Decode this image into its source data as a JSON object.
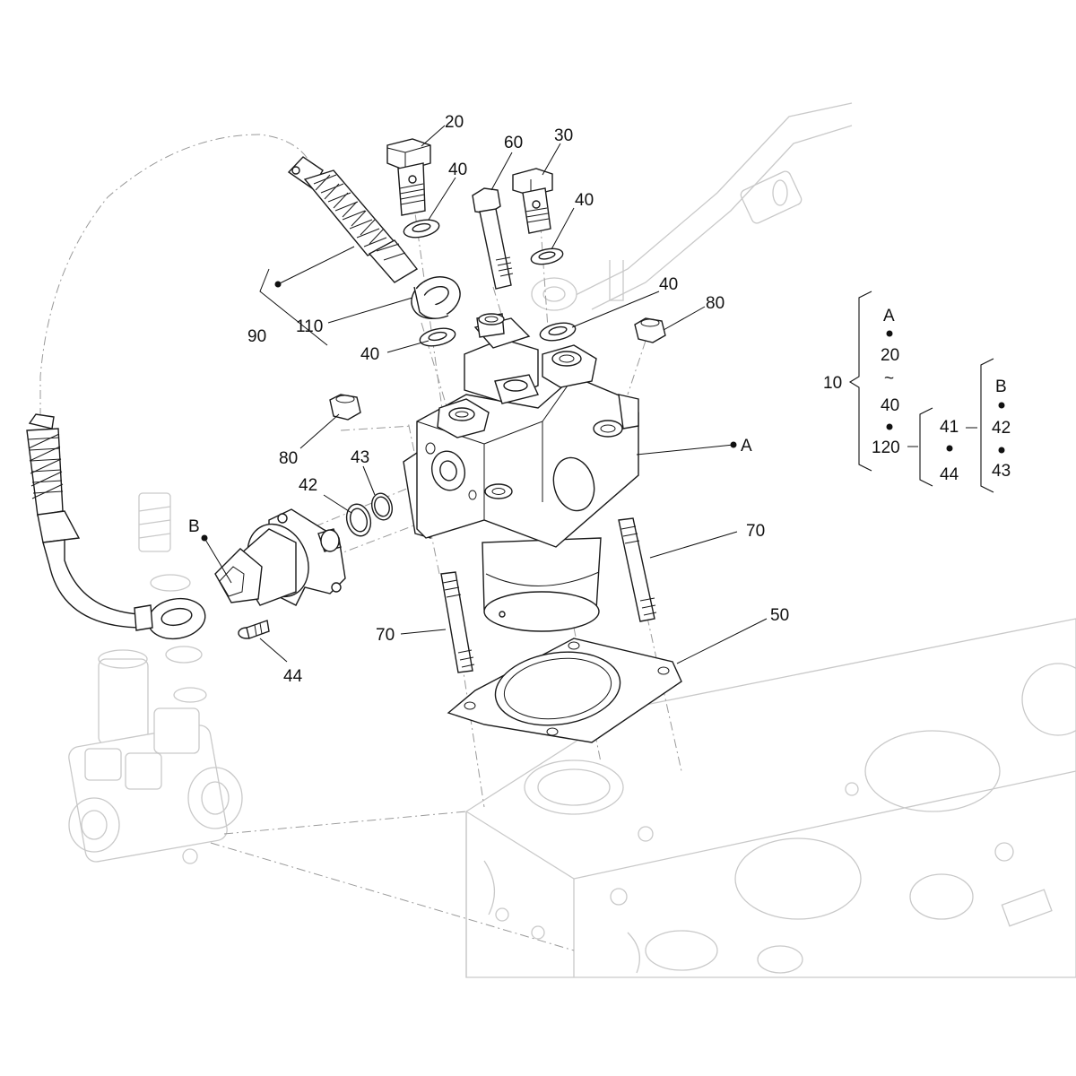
{
  "callouts": {
    "c20": "20",
    "c60": "60",
    "c30": "30",
    "c40_a": "40",
    "c40_b": "40",
    "c40_c": "40",
    "c40_d": "40",
    "c80_a": "80",
    "c80_b": "80",
    "c90": "90",
    "c110": "110",
    "c43": "43",
    "c42": "42",
    "cA": "A",
    "cB": "B",
    "c70_a": "70",
    "c70_b": "70",
    "c50": "50",
    "c44": "44"
  },
  "legend": {
    "main": "10",
    "groupA": {
      "label": "A",
      "from": "20",
      "tilde": "~",
      "to": "40",
      "end": "120"
    },
    "group41": {
      "label": "41",
      "sub": "44"
    },
    "groupB": {
      "label": "B",
      "first": "42",
      "second": "43"
    }
  }
}
